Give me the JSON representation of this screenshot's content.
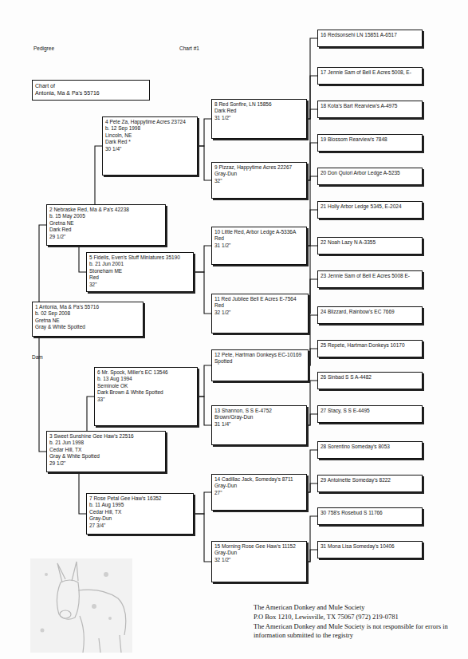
{
  "diagram": {
    "nodes": [
      {
        "text": [
          "Chart of",
          "Antonia, Ma & Pa's 55716"
        ]
      },
      {
        "text": [
          "1 Antonia, Ma & Pa's 55716",
          "b. 02 Sep 2008",
          "Gretna NE",
          "Gray & White Spotted"
        ]
      },
      {
        "text": [
          "2 Nebraske Red, Ma & Pa's 42238",
          "b. 15 May 2005",
          "Gretna NE",
          "Dark Red",
          "29 1/2\""
        ]
      },
      {
        "text": [
          "3 Sweet Sunshine Gee Haw's 22516",
          "b. 21 Jun 1998",
          "Cedar Hill, TX",
          "Gray & White Spotted",
          "29 1/2\""
        ]
      },
      {
        "text": [
          "4 Pete Za, Happytime Acres 23724",
          "b. 12 Sep 1998",
          "Lincoln, NE",
          "Dark Red *",
          "30 1/4\""
        ]
      },
      {
        "text": [
          "5 Fidelis, Even's Stuff Miniatures 35190",
          "b. 21 Jun 2001",
          "Stoneham ME",
          "Red",
          "32\""
        ]
      },
      {
        "text": [
          "6 Mr. Spock, Miller's EC 13546",
          "b. 13 Aug 1994",
          "Seminole OK",
          "Dark Brown & White Spotted",
          "33\""
        ]
      },
      {
        "text": [
          "7 Rose Petal Gee Haw's 16352",
          "b. 11 Aug 1995",
          "Cedar Hill, TX",
          "Gray-Dun",
          "27 3/4\""
        ]
      },
      {
        "text": [
          "8 Red Sonfire, LN 15856",
          "Dark Red",
          "31 1/2\""
        ]
      },
      {
        "text": [
          "9 Pizzaz, Happytime Acres 22267",
          "Gray-Dun",
          "32\""
        ]
      },
      {
        "text": [
          "10 Little Red, Arbor Ledge A-5336A",
          "Red",
          "31 1/2\""
        ]
      },
      {
        "text": [
          "11 Red Jubilee Bell E Acres E-7564",
          "Red",
          "32 1/2\""
        ]
      },
      {
        "text": [
          "12 Pete, Hartman Donkeys EC-10169",
          "Spotted"
        ]
      },
      {
        "text": [
          "13 Shannon, S S E-4752",
          "Brown/Gray-Dun",
          "31 1/4\""
        ]
      },
      {
        "text": [
          "14 Cadillac Jack, Someday's 8711",
          "Gray-Dun",
          "27\""
        ]
      },
      {
        "text": [
          "15 Morning Rose Gee Haw's 11152",
          "Gray-Dun",
          "32 1/2\""
        ]
      },
      {
        "text": [
          "16 Redsonsehi LN 15851 A-6517"
        ]
      },
      {
        "text": [
          "17 Jennie Sam of Bell E Acres 5008, E-"
        ]
      },
      {
        "text": [
          "18 Kota's Bart Rearview's A-4975"
        ]
      },
      {
        "text": [
          "19 Blossom Rearview's 7848"
        ]
      },
      {
        "text": [
          "20 Don Quiori Arbor Ledge A-5235"
        ]
      },
      {
        "text": [
          "21 Holly Arbor Ledge 5345, E-2024"
        ]
      },
      {
        "text": [
          "22 Noah Lazy N A-3355"
        ]
      },
      {
        "text": [
          "23 Jennie Sam of Bell E Acres 5008 E-"
        ]
      },
      {
        "text": [
          "24 Blizzard, Rainbow's EC 7669"
        ]
      },
      {
        "text": [
          "25 Repete, Hartman Donkeys 10170"
        ]
      },
      {
        "text": [
          "26 Sinbad S S A-4482"
        ]
      },
      {
        "text": [
          "27 Stacy, S S E-4495"
        ]
      },
      {
        "text": [
          "28 Sorentino Someday's 8053"
        ]
      },
      {
        "text": [
          "29 Antoinette Someday's 8222"
        ]
      },
      {
        "text": [
          "30 758's Rosebud S 11766"
        ]
      },
      {
        "text": [
          "31 Mona Lisa Someday's 10406"
        ]
      }
    ],
    "edges": [
      {
        "from": 1,
        "to": 2,
        "arrow": "none"
      },
      {
        "from": 1,
        "to": 3,
        "arrow": "none"
      },
      {
        "from": 2,
        "to": 4,
        "arrow": "none"
      },
      {
        "from": 2,
        "to": 5,
        "arrow": "none"
      },
      {
        "from": 3,
        "to": 6,
        "arrow": "none"
      },
      {
        "from": 3,
        "to": 7,
        "arrow": "none"
      },
      {
        "from": 4,
        "to": 8,
        "arrow": "none"
      },
      {
        "from": 4,
        "to": 9,
        "arrow": "none"
      },
      {
        "from": 5,
        "to": 10,
        "arrow": "none"
      },
      {
        "from": 5,
        "to": 11,
        "arrow": "none"
      },
      {
        "from": 6,
        "to": 12,
        "arrow": "none"
      },
      {
        "from": 6,
        "to": 13,
        "arrow": "none"
      },
      {
        "from": 7,
        "to": 14,
        "arrow": "none"
      },
      {
        "from": 7,
        "to": 15,
        "arrow": "none"
      },
      {
        "from": 8,
        "to": 16,
        "arrow": "none"
      },
      {
        "from": 8,
        "to": 17,
        "arrow": "none"
      },
      {
        "from": 9,
        "to": 18,
        "arrow": "none"
      },
      {
        "from": 9,
        "to": 19,
        "arrow": "none"
      },
      {
        "from": 10,
        "to": 20,
        "arrow": "none"
      },
      {
        "from": 10,
        "to": 21,
        "arrow": "none"
      },
      {
        "from": 11,
        "to": 22,
        "arrow": "none"
      },
      {
        "from": 11,
        "to": 23,
        "arrow": "none"
      },
      {
        "from": 12,
        "to": 24,
        "arrow": "none"
      },
      {
        "from": 12,
        "to": 25,
        "arrow": "none"
      },
      {
        "from": 13,
        "to": 26,
        "arrow": "none"
      },
      {
        "from": 13,
        "to": 27,
        "arrow": "none"
      },
      {
        "from": 14,
        "to": 28,
        "arrow": "none"
      },
      {
        "from": 14,
        "to": 29,
        "arrow": "none"
      },
      {
        "from": 15,
        "to": 30,
        "arrow": "none"
      },
      {
        "from": 15,
        "to": 31,
        "arrow": "none"
      }
    ],
    "labels": [
      "Pedigree",
      "Chart #1",
      "Dam",
      "The American Donkey and Mule Society",
      "P.O Box 1210, Lewisville, TX 75067 (972) 219-0781",
      "The American Donkey and Mule Society is not responsible for errors in information submitted to the registry"
    ]
  }
}
